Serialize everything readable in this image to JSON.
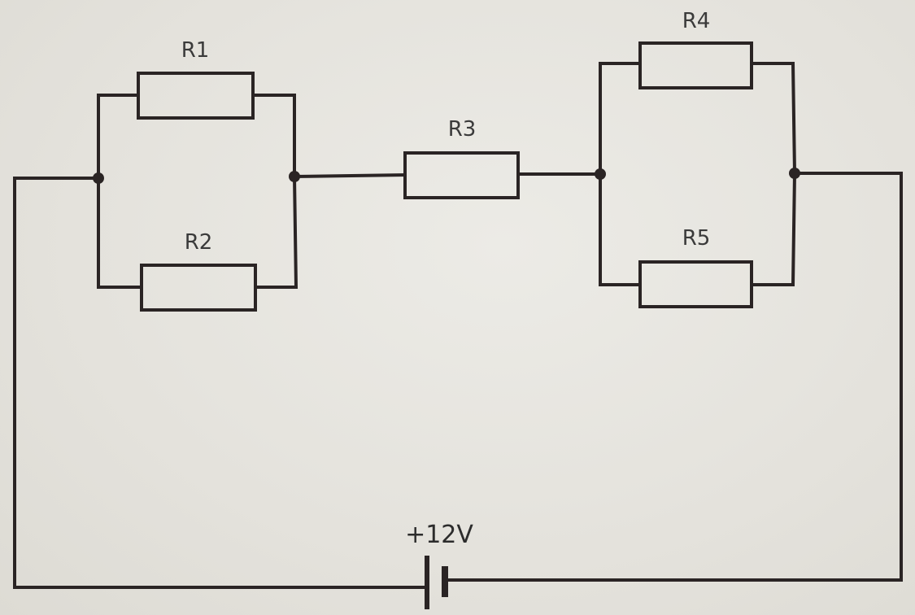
{
  "diagram": {
    "resistors": [
      {
        "id": "r1",
        "label": "R1"
      },
      {
        "id": "r2",
        "label": "R2"
      },
      {
        "id": "r3",
        "label": "R3"
      },
      {
        "id": "r4",
        "label": "R4"
      },
      {
        "id": "r5",
        "label": "R5"
      }
    ],
    "battery": {
      "label": "+12V"
    },
    "colors": {
      "wire": "#2a2424",
      "background": "#e6e4de",
      "text": "#3a3a3a"
    }
  }
}
